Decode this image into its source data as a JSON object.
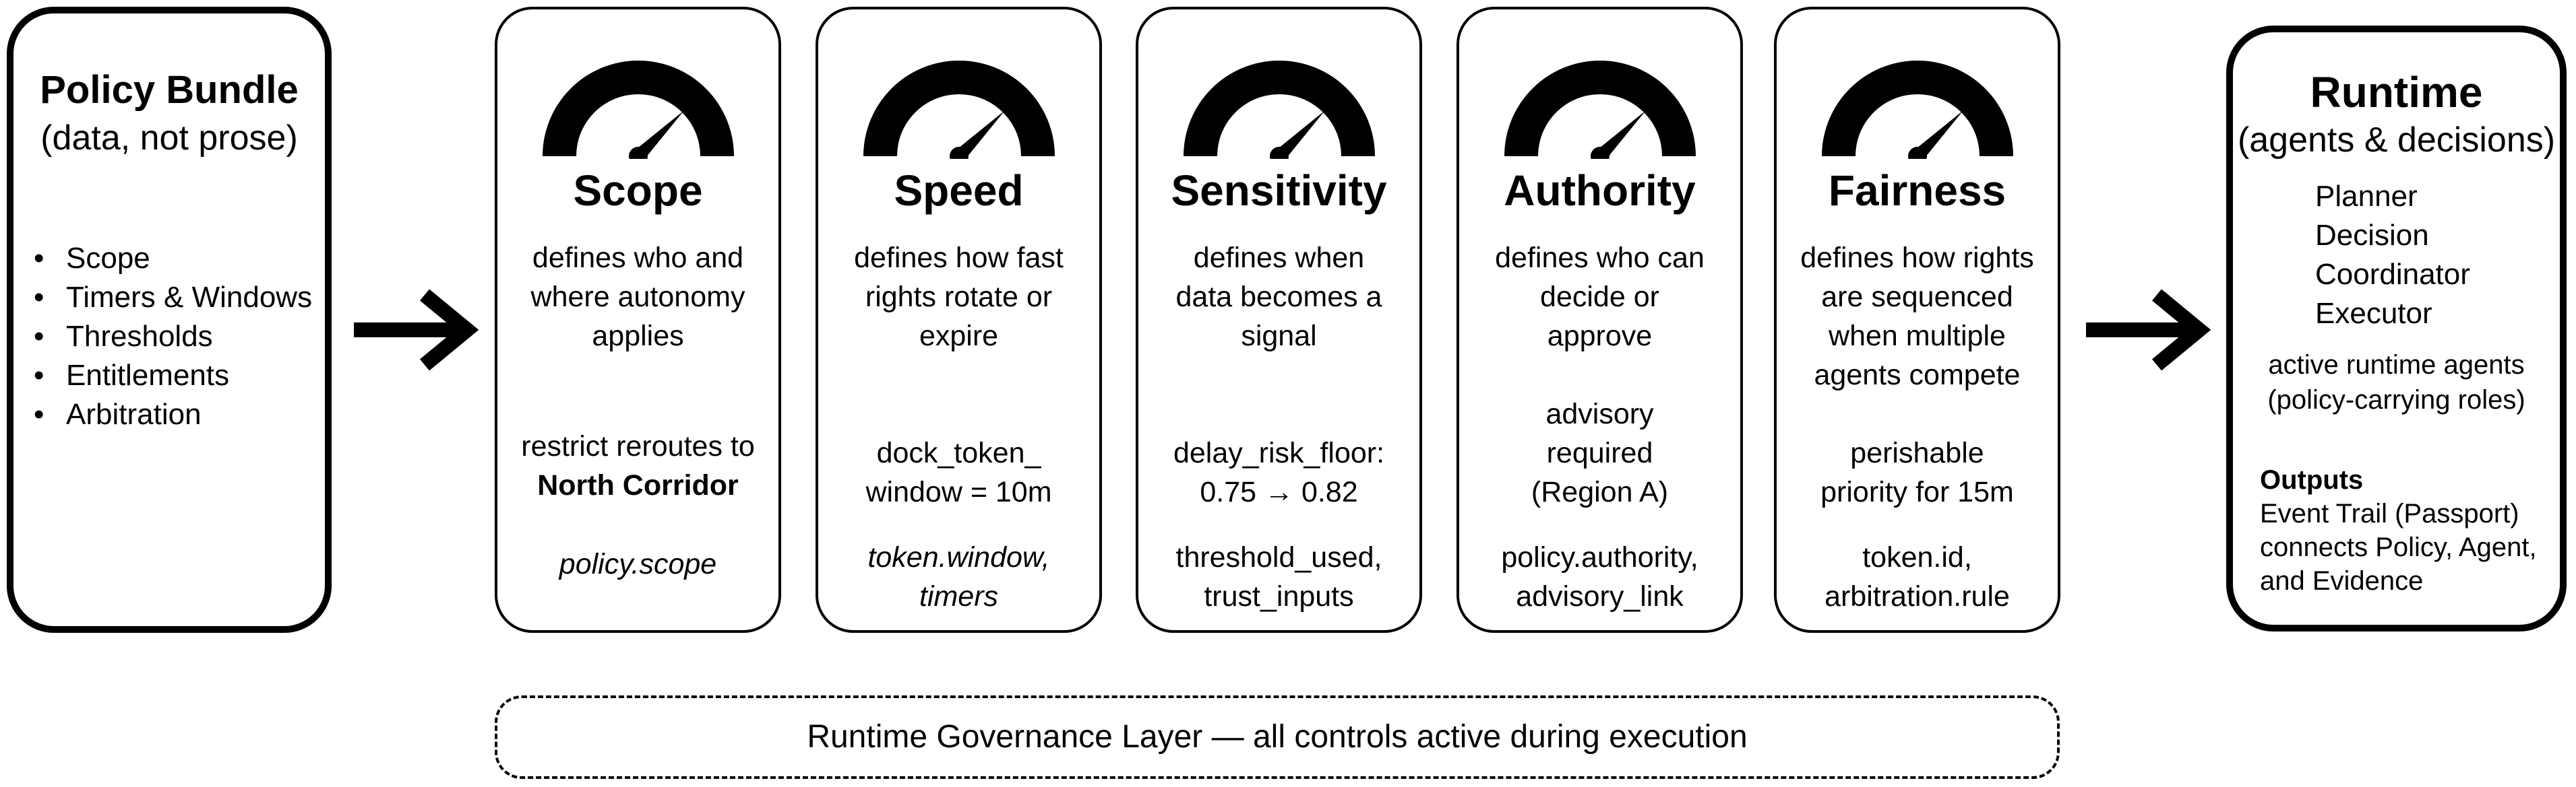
{
  "policy_bundle": {
    "title": "Policy Bundle",
    "subtitle": "(data, not prose)",
    "items": [
      "Scope",
      "Timers & Windows",
      "Thresholds",
      "Entitlements",
      "Arbitration"
    ]
  },
  "controls": [
    {
      "name": "Scope",
      "desc": "defines who and where autonomy applies",
      "example": "restrict reroutes to",
      "example_bold": "North Corridor",
      "field": "policy.scope",
      "gauge_level": 0.75
    },
    {
      "name": "Speed",
      "desc": "defines how fast rights rotate or expire",
      "example": "dock_token_ window = 10m",
      "field": "token.window, timers",
      "gauge_level": 0.75
    },
    {
      "name": "Sensitivity",
      "desc": "defines when data becomes a signal",
      "example": "delay_risk_floor: 0.75 → 0.82",
      "field": "threshold_used, trust_inputs",
      "gauge_level": 0.75
    },
    {
      "name": "Authority",
      "desc": "defines who can decide or approve",
      "example": "advisory required (Region A)",
      "field": "policy.authority, advisory_link",
      "gauge_level": 0.75
    },
    {
      "name": "Fairness",
      "desc": "defines how rights are sequenced when multiple agents compete",
      "example": "perishable priority for 15m",
      "field": "token.id, arbitration.rule",
      "gauge_level": 0.75
    }
  ],
  "runtime": {
    "title": "Runtime",
    "subtitle": "(agents & decisions)",
    "agents": [
      "Planner",
      "Decision",
      "Coordinator",
      "Executor"
    ],
    "active_note": "active runtime agents (policy-carrying roles)",
    "outputs_title": "Outputs",
    "outputs_text": "Event Trail (Passport) connects Policy, Agent, and Evidence"
  },
  "governance_layer": "Runtime Governance Layer — all controls active during execution"
}
